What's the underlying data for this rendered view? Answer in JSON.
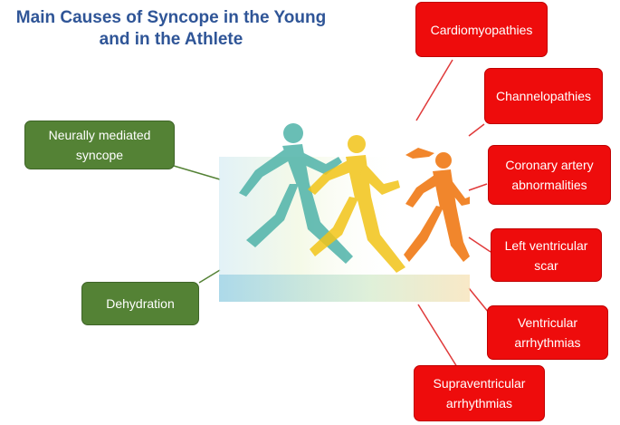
{
  "title": {
    "line1": "Main Causes of Syncope in the Young",
    "line2": "and in the Athlete"
  },
  "left_causes": {
    "neurally_mediated": "Neurally mediated syncope",
    "dehydration": "Dehydration"
  },
  "right_causes": {
    "cardiomyopathies": "Cardiomyopathies",
    "channelopathies": "Channelopathies",
    "coronary": "Coronary artery abnormalities",
    "lv_scar": "Left ventricular scar",
    "ventricular": "Ventricular arrhythmias",
    "supraventricular": "Supraventricular arrhythmias"
  },
  "colors": {
    "title": "#2f5597",
    "red_box": "#ee0c0c",
    "green_box": "#548235",
    "connector_red": "#e03a3a",
    "connector_green": "#548235"
  },
  "image": "running-athletes-illustration"
}
